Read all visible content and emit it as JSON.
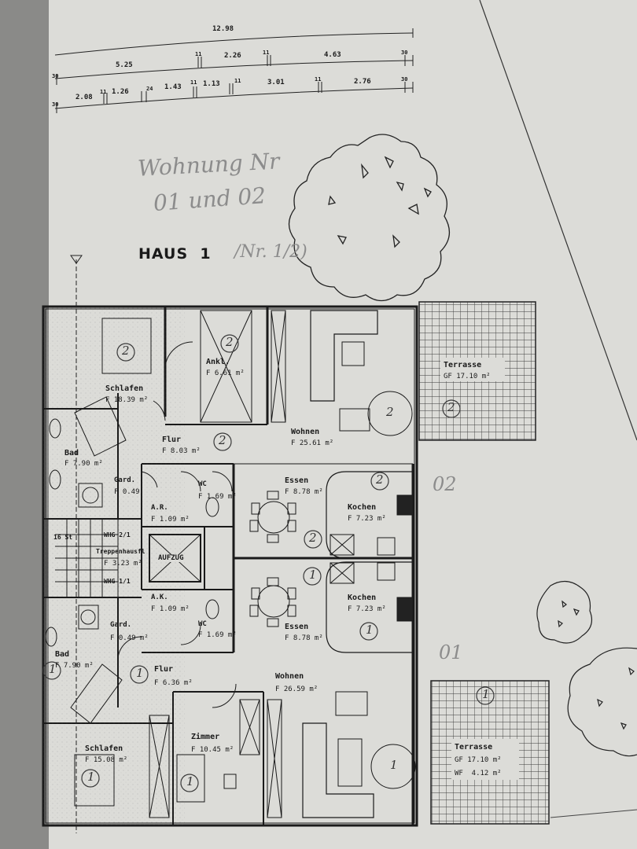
{
  "document": {
    "house_title": "HAUS  1",
    "handwritten": {
      "heading_line1": "Wohnung Nr",
      "heading_line2": "01 und 02",
      "house_note": "/Nr. 1/2)",
      "unit_02": "02",
      "unit_01": "01"
    },
    "dimensions": {
      "row1": [
        "12.98"
      ],
      "row2": [
        "5.25",
        "11",
        "2.26",
        "11",
        "4.63",
        "30"
      ],
      "row3": [
        "2.08",
        "11",
        "1.26",
        "24",
        "1.43",
        "11",
        "1.13",
        "11",
        "3.01",
        "11",
        "2.76",
        "30"
      ],
      "row2_first": "30",
      "row3_first": "30"
    },
    "apartment_02": {
      "schlafen": {
        "name": "Schlafen",
        "area": "F 18.39 m²",
        "marker": "2"
      },
      "ankleide": {
        "name": "Ankl.",
        "area": "F 6.61 m²",
        "marker": "2"
      },
      "wohnen": {
        "name": "Wohnen",
        "area": "F 25.61 m²",
        "marker": "2"
      },
      "terrasse": {
        "name": "Terrasse",
        "area": "GF 17.10 m²",
        "marker": "2"
      },
      "flur": {
        "name": "Flur",
        "area": "F 8.03 m²",
        "marker": "2"
      },
      "bad": {
        "name": "Bad",
        "area": "F 7.90 m²"
      },
      "garderobe": {
        "name": "Gard.",
        "area": "F 0.49"
      },
      "wc": {
        "name": "WC",
        "area": "F 1.69 m²"
      },
      "abstellraum": {
        "name": "A.R.",
        "area": "F 1.09 m²"
      },
      "essen": {
        "name": "Essen",
        "area": "F 8.78 m²",
        "marker": "2"
      },
      "kochen": {
        "name": "Kochen",
        "area": "F 7.23 m²",
        "marker": "2"
      }
    },
    "stair": {
      "whg21": "WHG 2/1",
      "treppe": "Treppenhausfl",
      "treppe_area": "F 3.23 m²",
      "whg11": "WHG 1/1",
      "aufzug": "AUFZUG",
      "steps": "16 St"
    },
    "apartment_01": {
      "abstellraum": {
        "name": "A.K.",
        "area": "F 1.09 m²"
      },
      "wc": {
        "name": "WC",
        "area": "F 1.69 m²"
      },
      "garderobe": {
        "name": "Gard.",
        "area": "F 0.49 m²"
      },
      "essen": {
        "name": "Essen",
        "area": "F 8.78 m²",
        "marker": "1"
      },
      "kochen": {
        "name": "Kochen",
        "area": "F 7.23 m²",
        "marker": "1"
      },
      "bad": {
        "name": "Bad",
        "area": "F 7.90 m²",
        "marker": "1"
      },
      "flur": {
        "name": "Flur",
        "area": "F 6.36 m²",
        "marker": "1"
      },
      "wohnen": {
        "name": "Wohnen",
        "area": "F 26.59 m²",
        "marker": "1"
      },
      "schlafen": {
        "name": "Schlafen",
        "area": "F 15.08 m²",
        "marker": "1"
      },
      "zimmer": {
        "name": "Zimmer",
        "area": "F 10.45 m²",
        "marker": "1"
      },
      "terrasse": {
        "name": "Terrasse",
        "area": "GF 17.10 m²",
        "area2": "WF  4.12 m²",
        "marker": "1"
      }
    }
  },
  "colors": {
    "paper": "#d9d9d6",
    "ink": "#1a1a1a",
    "pencil": "#8c8c8c",
    "background": "#9a9a98"
  }
}
